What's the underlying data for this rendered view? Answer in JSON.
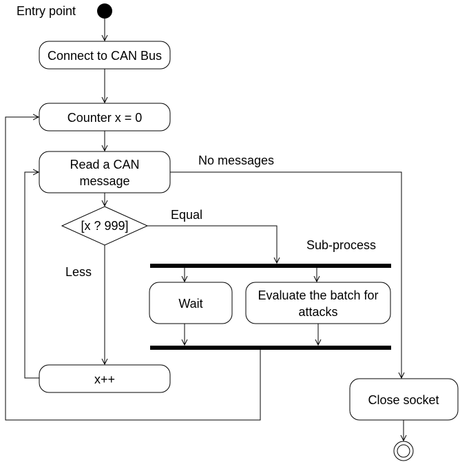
{
  "diagram": {
    "entry_label": "Entry point",
    "connect_label": "Connect to CAN Bus",
    "counter_label": "Counter x = 0",
    "read_label_line1": "Read a CAN",
    "read_label_line2": "message",
    "decision_label": "[x ? 999]",
    "equal_label": "Equal",
    "less_label": "Less",
    "no_messages_label": "No messages",
    "subprocess_label": "Sub-process",
    "wait_label": "Wait",
    "evaluate_label_line1": "Evaluate the batch for",
    "evaluate_label_line2": "attacks",
    "increment_label": "x++",
    "close_label": "Close socket"
  }
}
